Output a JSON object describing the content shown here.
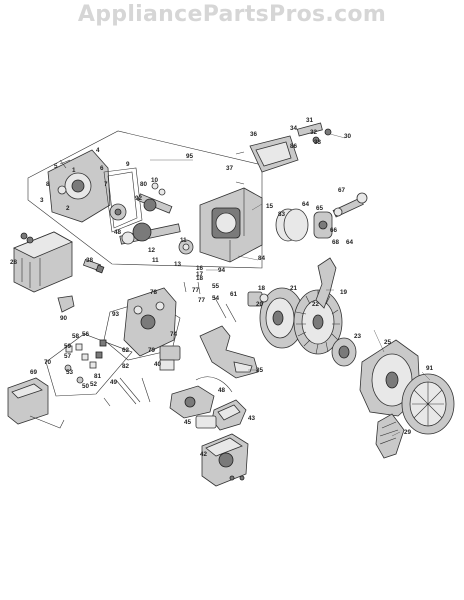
{
  "watermark": "AppliancePartsPros.com",
  "callouts": {
    "c1": "1",
    "c2": "2",
    "c3": "3",
    "c4": "4",
    "c5": "5",
    "c6": "6",
    "c7": "7",
    "c8": "8",
    "c9": "9",
    "c10": "10",
    "c11": "11",
    "c12": "12",
    "c13": "13",
    "c15": "15",
    "c16": "16",
    "c17": "17",
    "c18": "18",
    "c19": "19",
    "c20": "20",
    "c21": "21",
    "c22": "22",
    "c23": "23",
    "c25": "25",
    "c28": "28",
    "c29": "29",
    "c30": "30",
    "c31": "31",
    "c32": "32",
    "c33": "33",
    "c34": "34",
    "c36": "36",
    "c37": "37",
    "c38": "38",
    "c40": "40",
    "c42": "42",
    "c43": "43",
    "c45": "45",
    "c48": "48",
    "c49": "49",
    "c50": "50",
    "c52": "52",
    "c53": "53",
    "c54": "54",
    "c55": "55",
    "c56": "56",
    "c57": "57",
    "c58": "58",
    "c59": "59",
    "c61": "61",
    "c62": "62",
    "c63": "63",
    "c64": "64",
    "c65": "65",
    "c66": "66",
    "c67": "67",
    "c68": "68",
    "c69": "69",
    "c70": "70",
    "c74": "74",
    "c76": "76",
    "c77": "77",
    "c78": "78",
    "c79": "79",
    "c80": "80",
    "c81": "81",
    "c82": "82",
    "c83": "83",
    "c84": "84",
    "c85": "85",
    "c86": "86",
    "c90": "90",
    "c91": "91",
    "c92": "92",
    "c93": "93",
    "c94": "94",
    "c95": "95"
  }
}
